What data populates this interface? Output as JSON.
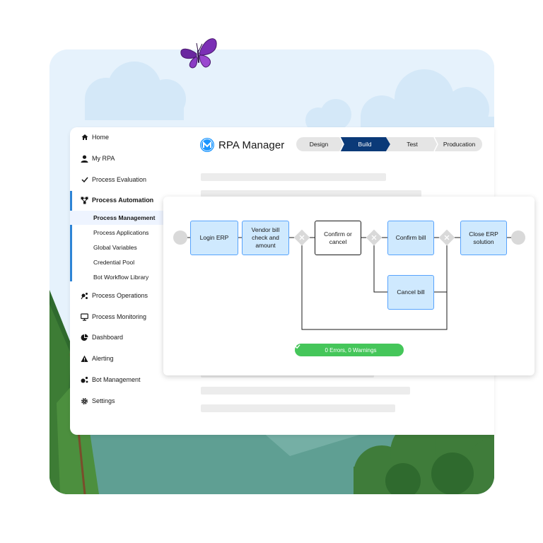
{
  "app": {
    "title": "RPA Manager"
  },
  "steps": [
    {
      "label": "Design",
      "state": "done"
    },
    {
      "label": "Build",
      "state": "current"
    },
    {
      "label": "Test",
      "state": "todo"
    },
    {
      "label": "Producation",
      "state": "todo"
    }
  ],
  "sidebar": {
    "items": [
      {
        "label": "Home",
        "icon": "home-icon"
      },
      {
        "label": "My RPA",
        "icon": "user-icon"
      },
      {
        "label": "Process Evaluation",
        "icon": "check-icon"
      },
      {
        "label": "Process Automation",
        "icon": "flow-icon",
        "active": true
      },
      {
        "label": "Process Operations",
        "icon": "operations-icon"
      },
      {
        "label": "Process Monitoring",
        "icon": "monitor-icon"
      },
      {
        "label": "Dashboard",
        "icon": "pie-chart-icon"
      },
      {
        "label": "Alerting",
        "icon": "warning-icon"
      },
      {
        "label": "Bot Management",
        "icon": "bot-icon"
      },
      {
        "label": "Settings",
        "icon": "gear-icon"
      }
    ],
    "subitems": [
      {
        "label": "Process Management",
        "selected": true
      },
      {
        "label": "Process Applications"
      },
      {
        "label": "Global Variables"
      },
      {
        "label": "Credential Pool"
      },
      {
        "label": "Bot Workflow Library"
      }
    ]
  },
  "flow": {
    "nodes": [
      {
        "id": "login",
        "label": "Login ERP",
        "kind": "task"
      },
      {
        "id": "vendor",
        "label": "Vendor bill check and amount",
        "kind": "task"
      },
      {
        "id": "decide",
        "label": "Confirm or cancel",
        "kind": "decision"
      },
      {
        "id": "confirm",
        "label": "Confirm bill",
        "kind": "task"
      },
      {
        "id": "cancel",
        "label": "Cancel bill",
        "kind": "task"
      },
      {
        "id": "close",
        "label": "Close ERP solution",
        "kind": "task"
      }
    ],
    "status": "0 Errors, 0 Warnings"
  },
  "colors": {
    "accent": "#0b5cab",
    "task_fill": "#cfe9fe",
    "task_border": "#57a3fd",
    "success": "#45c65a"
  }
}
